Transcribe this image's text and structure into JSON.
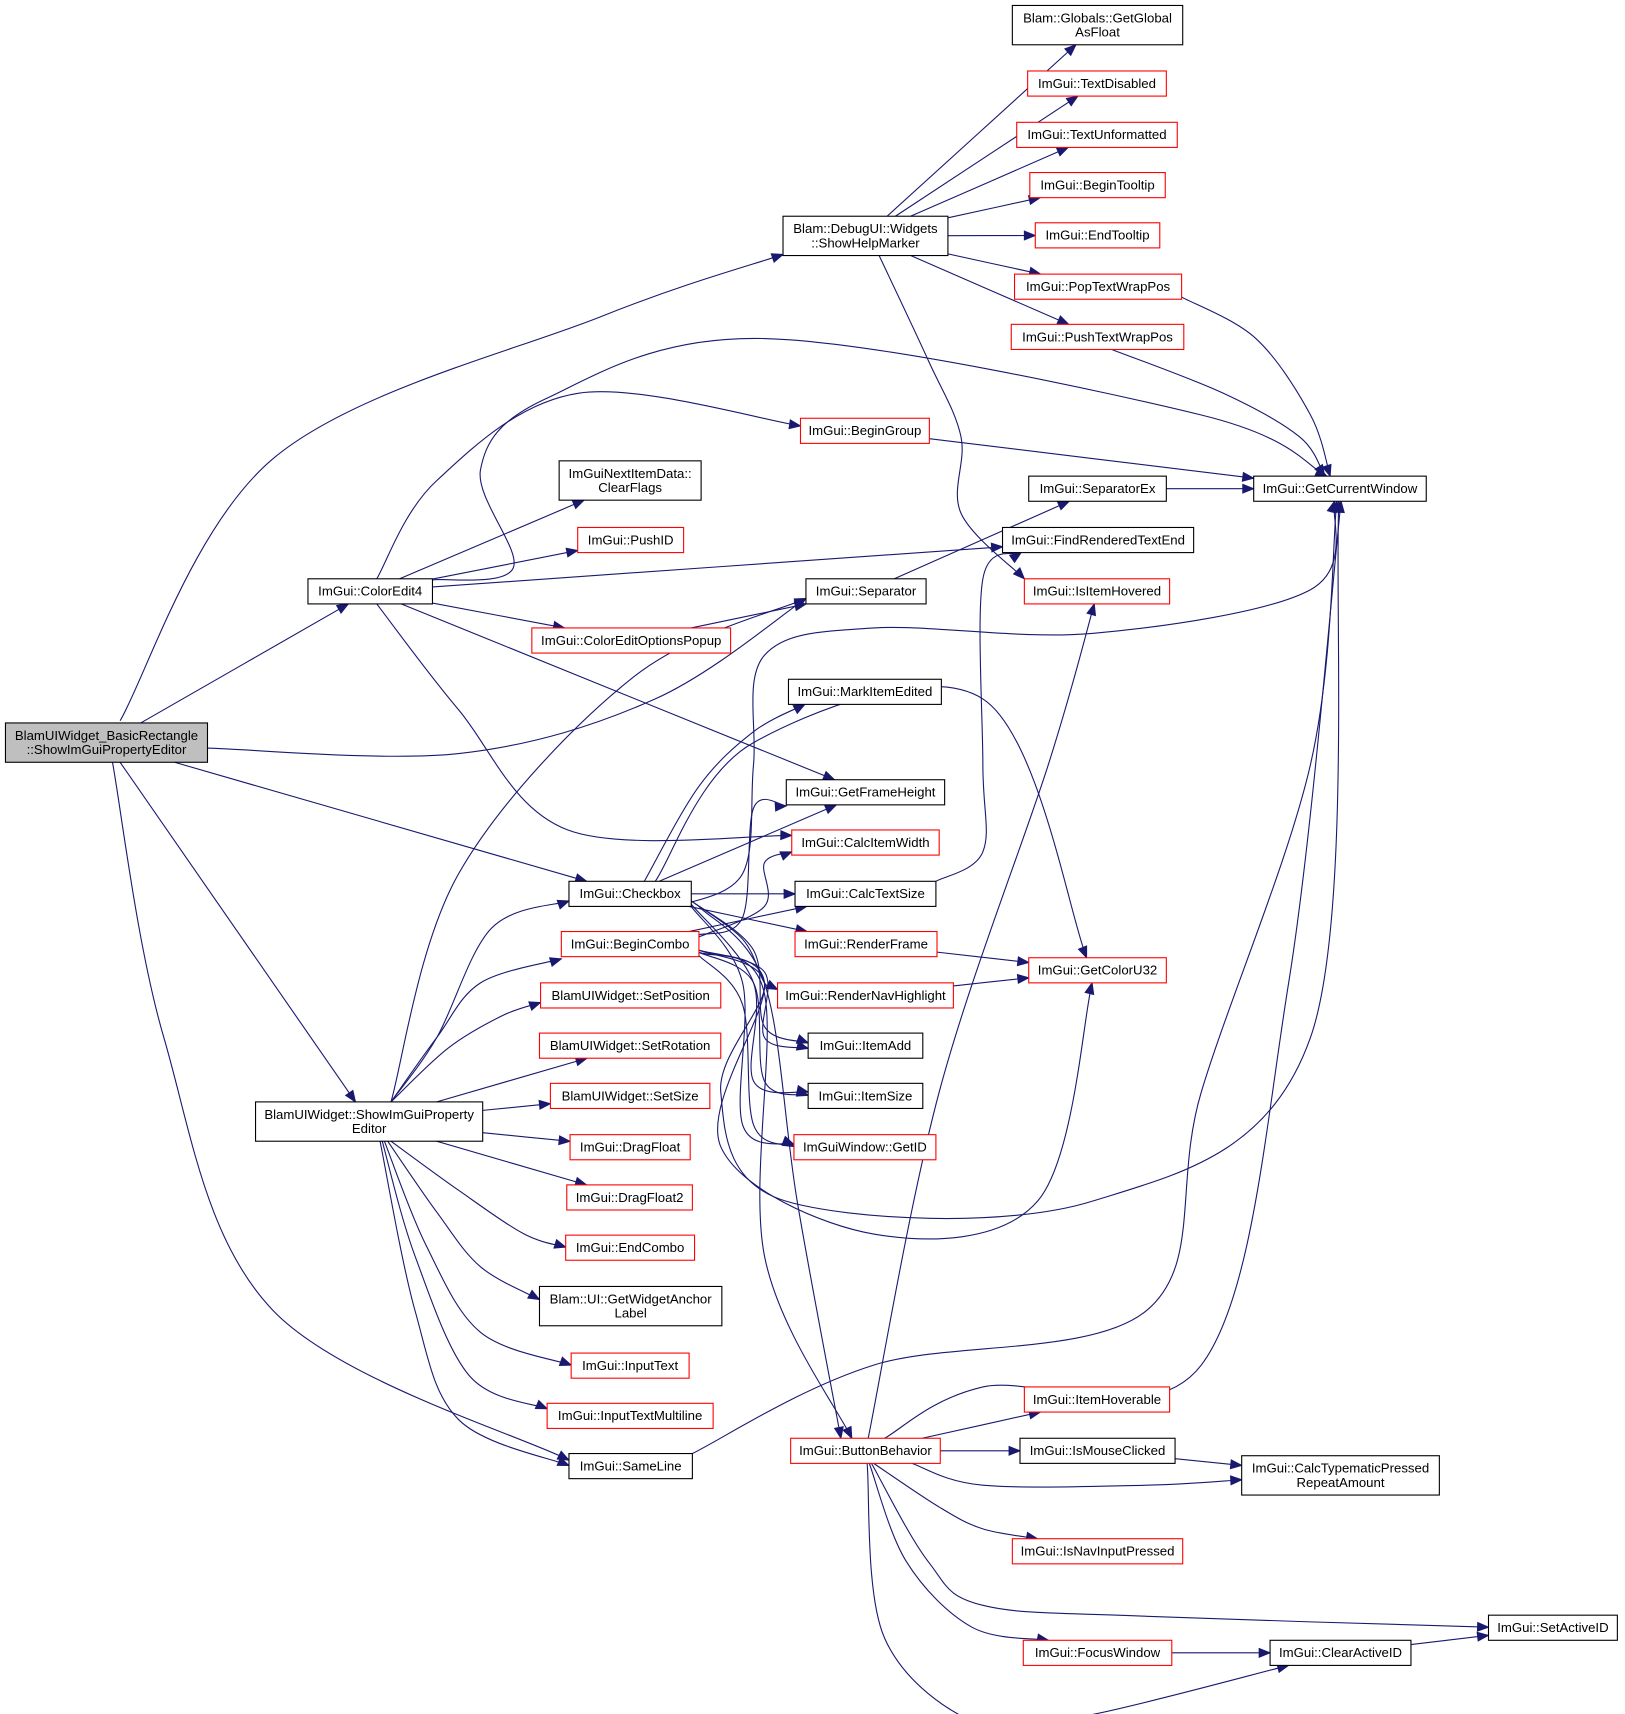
{
  "colors": {
    "edge": "#191970",
    "root_fill": "#bfbfbf",
    "node_fill": "#ffffff",
    "node_border": "#000000",
    "truncated_border": "#ff0000"
  },
  "nodes": {
    "root": {
      "lines": [
        "BlamUIWidget_BasicRectangle",
        "::ShowImGuiPropertyEditor"
      ],
      "truncated": false
    },
    "getGlobalAsFloat": {
      "lines": [
        "Blam::Globals::GetGlobal",
        "AsFloat"
      ],
      "truncated": false
    },
    "textDisabled": {
      "lines": [
        "ImGui::TextDisabled"
      ],
      "truncated": true
    },
    "textUnformatted": {
      "lines": [
        "ImGui::TextUnformatted"
      ],
      "truncated": true
    },
    "beginTooltip": {
      "lines": [
        "ImGui::BeginTooltip"
      ],
      "truncated": true
    },
    "endTooltip": {
      "lines": [
        "ImGui::EndTooltip"
      ],
      "truncated": true
    },
    "showHelpMarker": {
      "lines": [
        "Blam::DebugUI::Widgets",
        "::ShowHelpMarker"
      ],
      "truncated": false
    },
    "popTextWrapPos": {
      "lines": [
        "ImGui::PopTextWrapPos"
      ],
      "truncated": true
    },
    "pushTextWrapPos": {
      "lines": [
        "ImGui::PushTextWrapPos"
      ],
      "truncated": true
    },
    "beginGroup": {
      "lines": [
        "ImGui::BeginGroup"
      ],
      "truncated": true
    },
    "clearFlags": {
      "lines": [
        "ImGuiNextItemData::",
        "ClearFlags"
      ],
      "truncated": false
    },
    "getCurrentWindow": {
      "lines": [
        "ImGui::GetCurrentWindow"
      ],
      "truncated": false
    },
    "separatorEx": {
      "lines": [
        "ImGui::SeparatorEx"
      ],
      "truncated": false
    },
    "pushID": {
      "lines": [
        "ImGui::PushID"
      ],
      "truncated": true
    },
    "findRenderedTextEnd": {
      "lines": [
        "ImGui::FindRenderedTextEnd"
      ],
      "truncated": false
    },
    "colorEdit4": {
      "lines": [
        "ImGui::ColorEdit4"
      ],
      "truncated": false
    },
    "separator": {
      "lines": [
        "ImGui::Separator"
      ],
      "truncated": false
    },
    "isItemHovered": {
      "lines": [
        "ImGui::IsItemHovered"
      ],
      "truncated": true
    },
    "colorEditOptionsPopup": {
      "lines": [
        "ImGui::ColorEditOptionsPopup"
      ],
      "truncated": true
    },
    "markItemEdited": {
      "lines": [
        "ImGui::MarkItemEdited"
      ],
      "truncated": false
    },
    "getFrameHeight": {
      "lines": [
        "ImGui::GetFrameHeight"
      ],
      "truncated": false
    },
    "calcItemWidth": {
      "lines": [
        "ImGui::CalcItemWidth"
      ],
      "truncated": true
    },
    "checkbox": {
      "lines": [
        "ImGui::Checkbox"
      ],
      "truncated": false
    },
    "calcTextSize": {
      "lines": [
        "ImGui::CalcTextSize"
      ],
      "truncated": false
    },
    "beginCombo": {
      "lines": [
        "ImGui::BeginCombo"
      ],
      "truncated": true
    },
    "renderFrame": {
      "lines": [
        "ImGui::RenderFrame"
      ],
      "truncated": true
    },
    "getColorU32": {
      "lines": [
        "ImGui::GetColorU32"
      ],
      "truncated": true
    },
    "renderNavHighlight": {
      "lines": [
        "ImGui::RenderNavHighlight"
      ],
      "truncated": true
    },
    "setPosition": {
      "lines": [
        "BlamUIWidget::SetPosition"
      ],
      "truncated": true
    },
    "itemAdd": {
      "lines": [
        "ImGui::ItemAdd"
      ],
      "truncated": false
    },
    "setRotation": {
      "lines": [
        "BlamUIWidget::SetRotation"
      ],
      "truncated": true
    },
    "itemSize": {
      "lines": [
        "ImGui::ItemSize"
      ],
      "truncated": false
    },
    "setSize": {
      "lines": [
        "BlamUIWidget::SetSize"
      ],
      "truncated": true
    },
    "showImGuiPropertyEditor": {
      "lines": [
        "BlamUIWidget::ShowImGuiProperty",
        "Editor"
      ],
      "truncated": false
    },
    "dragFloat": {
      "lines": [
        "ImGui::DragFloat"
      ],
      "truncated": true
    },
    "getID": {
      "lines": [
        "ImGuiWindow::GetID"
      ],
      "truncated": true
    },
    "dragFloat2": {
      "lines": [
        "ImGui::DragFloat2"
      ],
      "truncated": true
    },
    "endCombo": {
      "lines": [
        "ImGui::EndCombo"
      ],
      "truncated": true
    },
    "getWidgetAnchorLabel": {
      "lines": [
        "Blam::UI::GetWidgetAnchor",
        "Label"
      ],
      "truncated": false
    },
    "inputText": {
      "lines": [
        "ImGui::InputText"
      ],
      "truncated": true
    },
    "itemHoverable": {
      "lines": [
        "ImGui::ItemHoverable"
      ],
      "truncated": true
    },
    "inputTextMultiline": {
      "lines": [
        "ImGui::InputTextMultiline"
      ],
      "truncated": true
    },
    "buttonBehavior": {
      "lines": [
        "ImGui::ButtonBehavior"
      ],
      "truncated": true
    },
    "isMouseClicked": {
      "lines": [
        "ImGui::IsMouseClicked"
      ],
      "truncated": false
    },
    "calcTypematic": {
      "lines": [
        "ImGui::CalcTypematicPressed",
        "RepeatAmount"
      ],
      "truncated": false
    },
    "sameLine": {
      "lines": [
        "ImGui::SameLine"
      ],
      "truncated": false
    },
    "isNavInputPressed": {
      "lines": [
        "ImGui::IsNavInputPressed"
      ],
      "truncated": true
    },
    "setActiveID": {
      "lines": [
        "ImGui::SetActiveID"
      ],
      "truncated": false
    },
    "focusWindow": {
      "lines": [
        "ImGui::FocusWindow"
      ],
      "truncated": true
    },
    "clearActiveID": {
      "lines": [
        "ImGui::ClearActiveID"
      ],
      "truncated": false
    }
  },
  "edges": [
    [
      "root",
      "showHelpMarker"
    ],
    [
      "root",
      "colorEdit4"
    ],
    [
      "root",
      "separator"
    ],
    [
      "root",
      "checkbox"
    ],
    [
      "root",
      "showImGuiPropertyEditor"
    ],
    [
      "root",
      "sameLine"
    ],
    [
      "showHelpMarker",
      "getGlobalAsFloat"
    ],
    [
      "showHelpMarker",
      "textDisabled"
    ],
    [
      "showHelpMarker",
      "textUnformatted"
    ],
    [
      "showHelpMarker",
      "beginTooltip"
    ],
    [
      "showHelpMarker",
      "endTooltip"
    ],
    [
      "showHelpMarker",
      "popTextWrapPos"
    ],
    [
      "showHelpMarker",
      "pushTextWrapPos"
    ],
    [
      "showHelpMarker",
      "isItemHovered"
    ],
    [
      "popTextWrapPos",
      "getCurrentWindow"
    ],
    [
      "pushTextWrapPos",
      "getCurrentWindow"
    ],
    [
      "beginGroup",
      "getCurrentWindow"
    ],
    [
      "separatorEx",
      "getCurrentWindow"
    ],
    [
      "separator",
      "separatorEx"
    ],
    [
      "calcTextSize",
      "findRenderedTextEnd"
    ],
    [
      "colorEdit4",
      "getCurrentWindow"
    ],
    [
      "colorEdit4",
      "beginGroup"
    ],
    [
      "colorEdit4",
      "clearFlags"
    ],
    [
      "colorEdit4",
      "pushID"
    ],
    [
      "colorEdit4",
      "findRenderedTextEnd"
    ],
    [
      "colorEdit4",
      "colorEditOptionsPopup"
    ],
    [
      "colorEdit4",
      "getFrameHeight"
    ],
    [
      "colorEdit4",
      "calcItemWidth"
    ],
    [
      "colorEditOptionsPopup",
      "separator"
    ],
    [
      "checkbox",
      "markItemEdited"
    ],
    [
      "checkbox",
      "getFrameHeight"
    ],
    [
      "checkbox",
      "calcTextSize"
    ],
    [
      "checkbox",
      "renderFrame"
    ],
    [
      "checkbox",
      "renderNavHighlight"
    ],
    [
      "checkbox",
      "itemAdd"
    ],
    [
      "checkbox",
      "itemSize"
    ],
    [
      "checkbox",
      "getID"
    ],
    [
      "checkbox",
      "getColorU32"
    ],
    [
      "checkbox",
      "getCurrentWindow"
    ],
    [
      "checkbox",
      "buttonBehavior"
    ],
    [
      "beginCombo",
      "getFrameHeight"
    ],
    [
      "beginCombo",
      "calcItemWidth"
    ],
    [
      "beginCombo",
      "calcTextSize"
    ],
    [
      "beginCombo",
      "itemAdd"
    ],
    [
      "beginCombo",
      "itemSize"
    ],
    [
      "beginCombo",
      "getID"
    ],
    [
      "beginCombo",
      "getColorU32"
    ],
    [
      "beginCombo",
      "buttonBehavior"
    ],
    [
      "beginCombo",
      "getCurrentWindow"
    ],
    [
      "renderFrame",
      "getColorU32"
    ],
    [
      "renderNavHighlight",
      "getColorU32"
    ],
    [
      "showImGuiPropertyEditor",
      "checkbox"
    ],
    [
      "showImGuiPropertyEditor",
      "beginCombo"
    ],
    [
      "showImGuiPropertyEditor",
      "setPosition"
    ],
    [
      "showImGuiPropertyEditor",
      "setRotation"
    ],
    [
      "showImGuiPropertyEditor",
      "setSize"
    ],
    [
      "showImGuiPropertyEditor",
      "dragFloat"
    ],
    [
      "showImGuiPropertyEditor",
      "dragFloat2"
    ],
    [
      "showImGuiPropertyEditor",
      "endCombo"
    ],
    [
      "showImGuiPropertyEditor",
      "getWidgetAnchorLabel"
    ],
    [
      "showImGuiPropertyEditor",
      "inputText"
    ],
    [
      "showImGuiPropertyEditor",
      "inputTextMultiline"
    ],
    [
      "showImGuiPropertyEditor",
      "sameLine"
    ],
    [
      "showImGuiPropertyEditor",
      "separator"
    ],
    [
      "sameLine",
      "getCurrentWindow"
    ],
    [
      "buttonBehavior",
      "isItemHovered"
    ],
    [
      "buttonBehavior",
      "getCurrentWindow"
    ],
    [
      "buttonBehavior",
      "itemHoverable"
    ],
    [
      "buttonBehavior",
      "isMouseClicked"
    ],
    [
      "buttonBehavior",
      "calcTypematic"
    ],
    [
      "buttonBehavior",
      "isNavInputPressed"
    ],
    [
      "buttonBehavior",
      "setActiveID"
    ],
    [
      "buttonBehavior",
      "focusWindow"
    ],
    [
      "buttonBehavior",
      "clearActiveID"
    ],
    [
      "isMouseClicked",
      "calcTypematic"
    ],
    [
      "focusWindow",
      "clearActiveID"
    ],
    [
      "clearActiveID",
      "setActiveID"
    ]
  ]
}
